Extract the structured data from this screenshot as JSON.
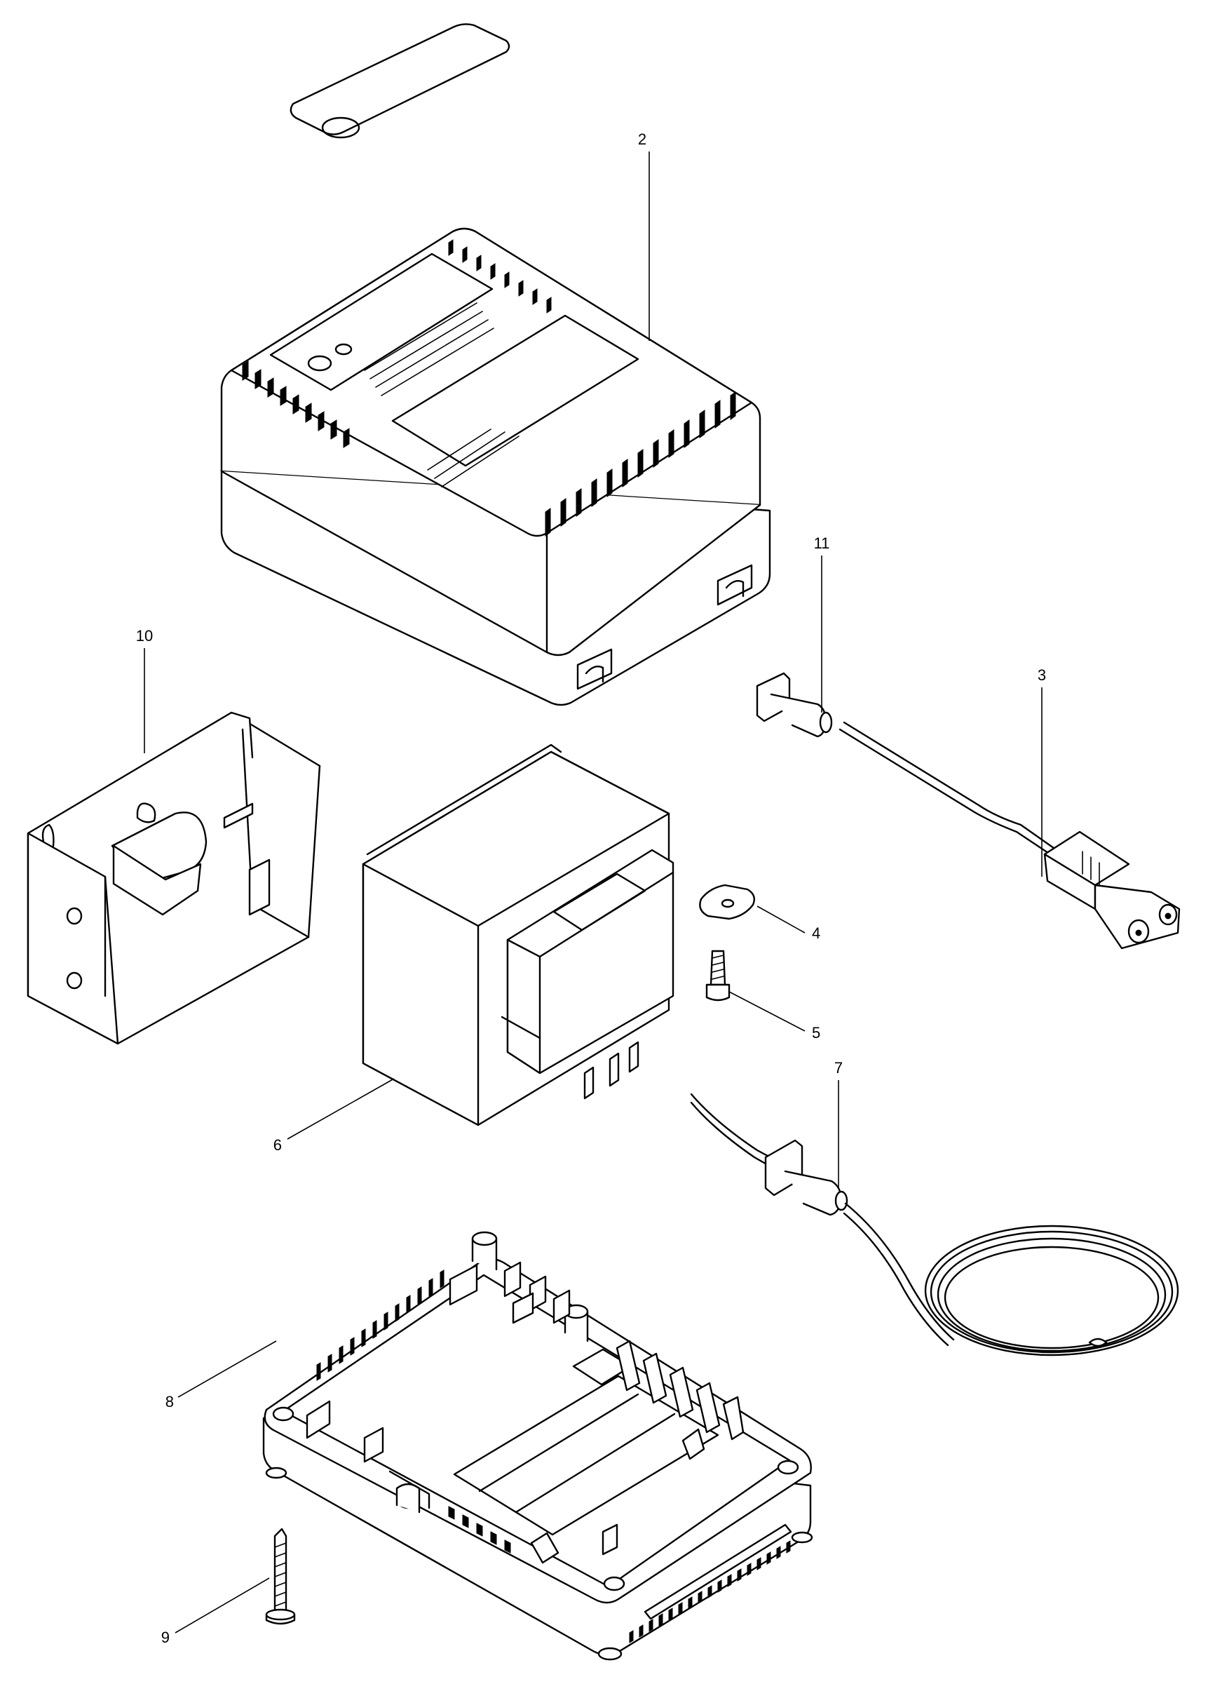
{
  "diagram": {
    "callouts": [
      {
        "id": "2",
        "label": "2"
      },
      {
        "id": "3",
        "label": "3"
      },
      {
        "id": "4",
        "label": "4"
      },
      {
        "id": "5",
        "label": "5"
      },
      {
        "id": "6",
        "label": "6"
      },
      {
        "id": "7",
        "label": "7"
      },
      {
        "id": "8",
        "label": "8"
      },
      {
        "id": "9",
        "label": "9"
      },
      {
        "id": "10",
        "label": "10"
      },
      {
        "id": "11",
        "label": "11"
      }
    ]
  }
}
